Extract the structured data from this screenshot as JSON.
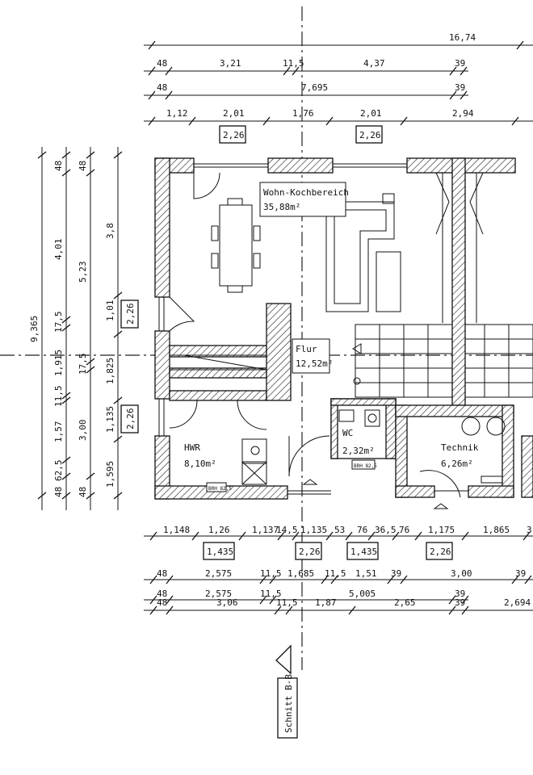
{
  "dims_top": {
    "row1": [
      "16,74"
    ],
    "row2": [
      "48",
      "3,21",
      "11,5",
      "4,37",
      "39"
    ],
    "row3": [
      "48",
      "7,695",
      "39"
    ],
    "row4": [
      "1,12",
      "2,01",
      "1,76",
      "2,01",
      "2,94"
    ],
    "window_boxes": [
      "2,26",
      "2,26"
    ]
  },
  "dims_left": {
    "total": "9,365",
    "col2": [
      "48",
      "4,01",
      "17,5",
      "1,915",
      "11,5",
      "1,57",
      "62,5",
      "48"
    ],
    "col3": [
      "48",
      "5,23",
      "17,5",
      "3,00",
      "48"
    ],
    "col4": [
      "3,8",
      "1,01",
      "1,825",
      "1,135",
      "1,595"
    ],
    "window_boxes": [
      "2,26",
      "2,26"
    ]
  },
  "dims_bottom": {
    "row1": [
      "1,148",
      "1,26",
      "1,137",
      "14,5",
      "1,135",
      "53",
      "76",
      "36,5",
      "76",
      "1,175",
      "1,865",
      "3"
    ],
    "row1_boxes": [
      "1,435",
      "2,26",
      "1,435",
      "2,26"
    ],
    "row2": [
      "48",
      "2,575",
      "11,5",
      "1,685",
      "11,5",
      "1,51",
      "39",
      "3,00",
      "39"
    ],
    "row3": [
      "48",
      "2,575",
      "11,5",
      "5,005",
      "39"
    ],
    "row4": [
      "48",
      "3,06",
      "11,5",
      "1,87",
      "2,65",
      "39",
      "2,694"
    ]
  },
  "rooms": {
    "wohn": {
      "name": "Wohn-Kochbereich",
      "area": "35,88m²"
    },
    "flur": {
      "name": "Flur",
      "area": "12,52m²"
    },
    "hwr": {
      "name": "HWR",
      "area": "8,10m²"
    },
    "wc": {
      "name": "WC",
      "area": "2,32m²"
    },
    "technik": {
      "name": "Technik",
      "area": "6,26m²"
    }
  },
  "brh": [
    "BRH 82,5",
    "BRH 82,5"
  ],
  "section": {
    "label": "Schnitt B-B"
  }
}
